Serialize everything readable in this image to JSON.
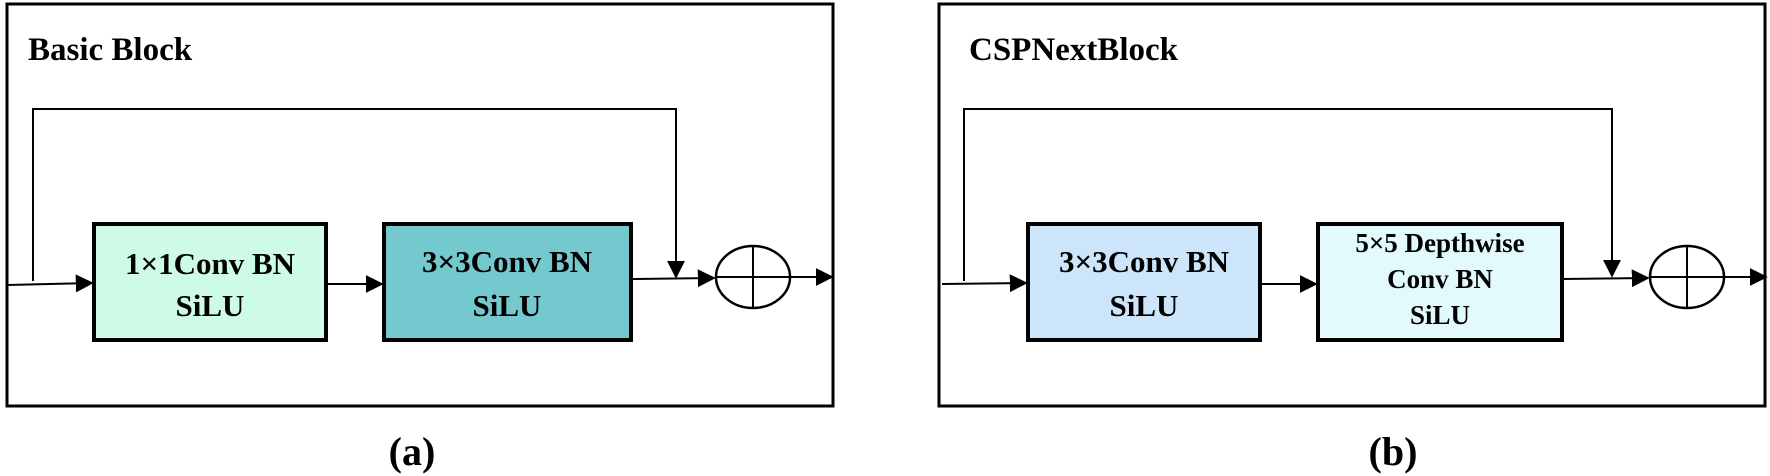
{
  "panel_a": {
    "title": "Basic Block",
    "box1": {
      "line1": "1×1Conv BN",
      "line2": "SiLU",
      "fill": "#cdfbe6"
    },
    "box2": {
      "line1": "3×3Conv BN",
      "line2": "SiLU",
      "fill": "#73c9cd"
    },
    "caption": "(a)"
  },
  "panel_b": {
    "title": "CSPNextBlock",
    "box1": {
      "line1": "3×3Conv BN",
      "line2": "SiLU",
      "fill": "#cce5fb"
    },
    "box2": {
      "line1": "5×5 Depthwise",
      "line2": "Conv BN",
      "line3": "SiLU",
      "fill": "#e2fafc"
    },
    "caption": "(b)"
  }
}
